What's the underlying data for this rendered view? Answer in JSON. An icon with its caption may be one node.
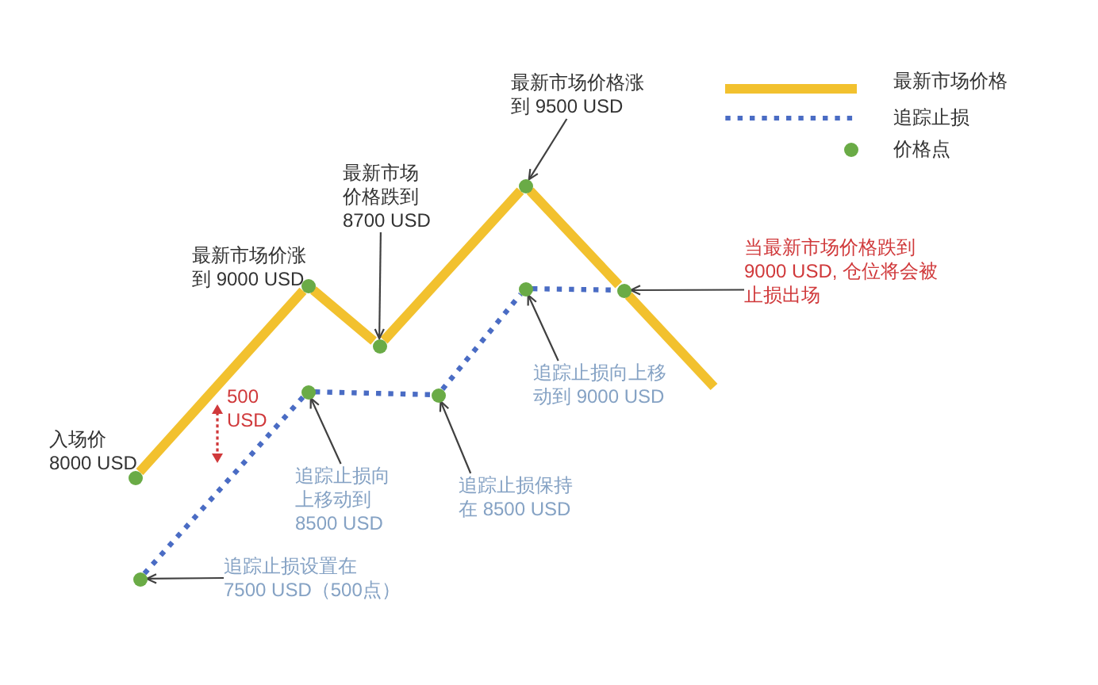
{
  "diagram": {
    "nodes": [
      {
        "text": [
          "最新市场价格涨到 9500 USD"
        ]
      },
      {
        "text": [
          "最新市场价格跌到 8700 USD"
        ]
      },
      {
        "text": [
          "当最新市场价格跌到 9000 USD, 仓位将会被止损出场"
        ]
      },
      {
        "text": [
          "追踪止损向上移动到 9000 USD"
        ]
      },
      {
        "text": [
          "追踪止损向上移动到 8500 USD"
        ]
      },
      {
        "text": [
          "追踪止损保持在 8500 USD"
        ]
      },
      {
        "text": [
          "追踪止损设置在 7500 USD（500点）"
        ]
      },
      {
        "text": [],
        "shape": "circle",
        "beside": [
          "入场价 8000 USD"
        ]
      },
      {
        "text": [],
        "shape": "circle"
      },
      {
        "text": [],
        "shape": "circle",
        "beside": [
          "最新市场价涨到 9000 USD"
        ]
      },
      {
        "text": [],
        "shape": "circle"
      },
      {
        "text": [],
        "shape": "circle"
      },
      {
        "text": [],
        "shape": "circle"
      },
      {
        "text": [],
        "shape": "circle"
      },
      {
        "text": [],
        "shape": "circle"
      },
      {
        "text": [],
        "shape": "circle"
      }
    ],
    "edges": [
      {
        "from": 7,
        "to": 9,
        "arrow": "none",
        "style": "thick",
        "color": "#f2c12e"
      },
      {
        "from": 9,
        "to": 11,
        "arrow": "none",
        "style": "thick",
        "color": "#f2c12e"
      },
      {
        "from": 11,
        "to": 13,
        "arrow": "none",
        "style": "thick",
        "color": "#f2c12e"
      },
      {
        "from": 13,
        "to": 15,
        "arrow": "none",
        "style": "thick",
        "color": "#f2c12e"
      },
      {
        "from": 15,
        "to": null,
        "arrow": "none",
        "style": "thick",
        "color": "#f2c12e"
      },
      {
        "from": 8,
        "to": 10,
        "arrow": "none",
        "style": "dashed",
        "color": "#4a6cc4"
      },
      {
        "from": 10,
        "to": 12,
        "arrow": "none",
        "style": "dashed",
        "color": "#4a6cc4"
      },
      {
        "from": 12,
        "to": 14,
        "arrow": "none",
        "style": "dashed",
        "color": "#4a6cc4"
      },
      {
        "from": 14,
        "to": 15,
        "arrow": "none",
        "style": "dashed",
        "color": "#4a6cc4"
      },
      {
        "from": 0,
        "to": 13,
        "arrow": "to"
      },
      {
        "from": 1,
        "to": 11,
        "arrow": "to"
      },
      {
        "from": 2,
        "to": 15,
        "arrow": "to"
      },
      {
        "from": 3,
        "to": 14,
        "arrow": "to"
      },
      {
        "from": 4,
        "to": 10,
        "arrow": "to"
      },
      {
        "from": 5,
        "to": 12,
        "arrow": "to"
      },
      {
        "from": 6,
        "to": 8,
        "arrow": "to"
      }
    ],
    "labels": [
      "500 USD"
    ],
    "legend": [
      {
        "text": "最新市场价格"
      },
      {
        "text": "追踪止损"
      },
      {
        "text": "价格点",
        "color": "#6aab46"
      }
    ]
  }
}
